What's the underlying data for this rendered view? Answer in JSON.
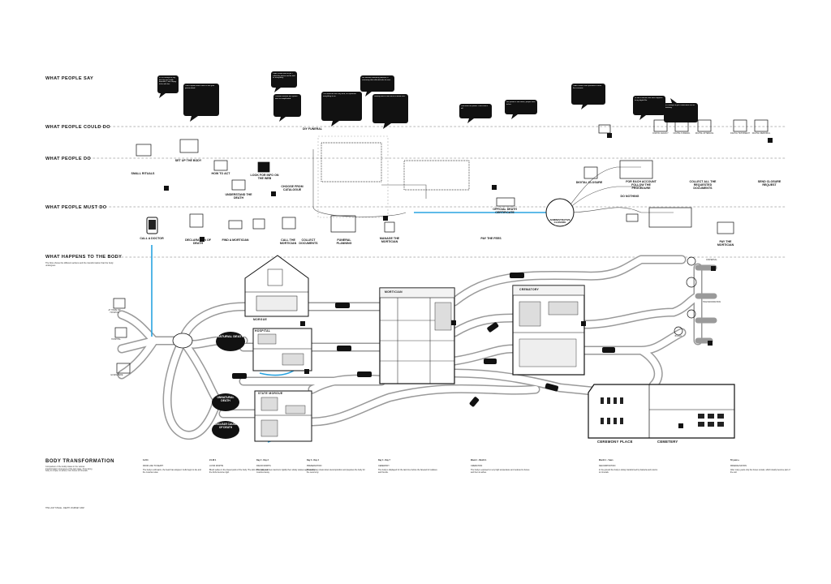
{
  "lanes": {
    "say": "WHAT PEOPLE SAY",
    "could": "WHAT PEOPLE COULD DO",
    "do": "WHAT PEOPLE DO",
    "must": "WHAT PEOPLE MUST DO",
    "body": "WHAT HAPPENS TO THE BODY",
    "body_sub": "The flow shows the different actions and the transformation that the body undergoes"
  },
  "labels": {
    "diy_funeral": "DIY FUNERAL",
    "call_doctor": "CALL A DOCTOR",
    "declaration_death": "DECLARATION OF DEATH",
    "find_mortician": "FIND A MORTICIAN",
    "call_mortician": "CALL THE MORTICIAN",
    "collect_documents": "COLLECT DOCUMENTS",
    "funeral_planning": "FUNERAL PLANNING",
    "manage_mortician": "MANAGE THE MORTICIAN",
    "pay_mortician": "PAY THE MORTICIAN",
    "digital_closure": "DIGITAL CLOSURE",
    "do_nothing": "DO NOTHING",
    "administrative_closure": "ADMINISTRATIVE CLOSURE",
    "official_death_certificate": "OFFICIAL DEATH CERTIFICATE",
    "pay_fees": "PAY THE FEES",
    "send_closure_request": "SEND CLOSURE REQUEST",
    "collect_all_documents": "COLLECT ALL THE REQUESTED DOCUMENTS",
    "for_each_account": "FOR EACH ACCOUNT FOLLOW THE PROCEDURE",
    "small_rituals": "SMALL RITUALS",
    "set_up_body": "SET UP THE BODY",
    "how_to_act": "HOW TO ACT",
    "look_for_info": "LOOK FOR INFO ON THE WEB",
    "understand_death": "UNDERSTAND THE DEATH",
    "choose_catalogue": "CHOOSE FROM CATALOGUE",
    "at_home": "AT HOME OR HOSPICE",
    "hospital": "HOSPITAL",
    "elsewhere": "ELSEWHERE",
    "natural_death": "NATURAL DEATH",
    "unnatural_death": "UNNATURAL DEATH",
    "unclear_death": "UNCLEAR CAUSE OF DEATH",
    "morgue": "MORGUE",
    "hospital_bld": "HOSPITAL",
    "state_morgue": "STATE MORGUE",
    "mortician": "MORTICIAN",
    "crematory": "CREMATORY",
    "ceremony_place": "CEREMONY PLACE",
    "cemetery": "CEMETERY",
    "dispersal": "DISPERSAL",
    "transformation": "TRANSFORMATION",
    "burial": "BURIAL"
  },
  "could_items": [
    "DIGITAL LEGACY",
    "DIGITAL FUNERAL",
    "DIGITAL AFTERLIFE",
    "DIGITAL TESTAMENT",
    "DIGITAL MEMORIAL"
  ],
  "quotes": [
    "It's so strange to say but she was really beautiful. I was happy to be with her.",
    "I can't explain how it feels to see your person dead.",
    "I didn't know what to do. I called the doctor and he told us everything.",
    "I couldn't believe the system was so complicated.",
    "The mortician was very kind, he explained everything to us.",
    "We wanted something different, a ceremony that reflected who he was.",
    "Nobody told us how much it would cost.",
    "I still have his phone. I can't turn it off.",
    "Her profile is still online, people write to her.",
    "I didn't know it was possible to close the accounts.",
    "I'd like to decide now what happens to my digital life.",
    "It's strange to get a notification for his birthday."
  ],
  "body_transformation": {
    "title": "BODY TRANSFORMATION",
    "intro": "Comparison of the bodily states in the various transformation processes of the last stage. From living body to corpse, to ashes, from bones to minerals."
  },
  "columns": [
    {
      "head": "0-24 h",
      "title": "FROM LIFE TO DEATH",
      "text": "The body is still warm, the heart has stopped. Cells begin to die and the muscles relax."
    },
    {
      "head": "24-48 h",
      "title": "LIVOR MORTIS",
      "text": "Blood settles in the lowest parts of the body. The skin turns pale and the limbs become rigid."
    },
    {
      "head": "Day 2 - Day 3",
      "title": "RIGOR MORTIS",
      "text": "The body reaches maximum rigidity then slowly relaxes again as the muscles decay."
    },
    {
      "head": "Day 3 - Day 4",
      "title": "PRESERVATION",
      "text": "Thanatopraxy slows down decomposition and prepares the body for the ceremony."
    },
    {
      "head": "Day 4 - Day 7",
      "title": "CEREMONY",
      "text": "The body is displayed for the last time before the farewell of relatives and friends."
    },
    {
      "head": "Week 1 - Month 1",
      "title": "CREMATION",
      "text": "The body is exposed to very high temperature and reduced to bones and then to ashes."
    },
    {
      "head": "Month 1 - Years",
      "title": "DECOMPOSITION",
      "text": "In the ground the body is slowly transformed by bacteria and returns to minerals."
    },
    {
      "head": "50 years+",
      "title": "MINERALISATION",
      "text": "After many years only the bones remain, which slowly become part of the soil."
    }
  ],
  "footer": "THE LAST STAGE - DEATH JOURNEY MAP"
}
